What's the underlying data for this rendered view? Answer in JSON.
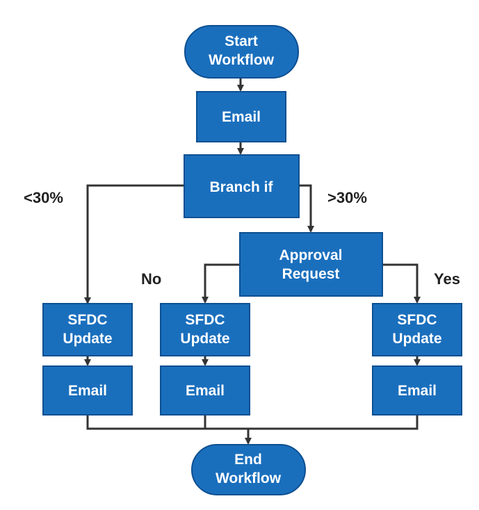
{
  "colors": {
    "node_fill": "#1a6fbd",
    "node_border": "#0d4f91",
    "text": "#ffffff",
    "edge": "#333333",
    "label": "#222222"
  },
  "nodes": {
    "start": [
      "Start",
      "Workflow"
    ],
    "email1": [
      "Email"
    ],
    "branch": [
      "Branch if"
    ],
    "approval": [
      "Approval",
      "Request"
    ],
    "sfdc_left": [
      "SFDC",
      "Update"
    ],
    "sfdc_mid": [
      "SFDC",
      "Update"
    ],
    "sfdc_right": [
      "SFDC",
      "Update"
    ],
    "email_left": [
      "Email"
    ],
    "email_mid": [
      "Email"
    ],
    "email_right": [
      "Email"
    ],
    "end": [
      "End",
      "Workflow"
    ]
  },
  "labels": {
    "lt30": "<30%",
    "gt30": ">30%",
    "no": "No",
    "yes": "Yes"
  }
}
